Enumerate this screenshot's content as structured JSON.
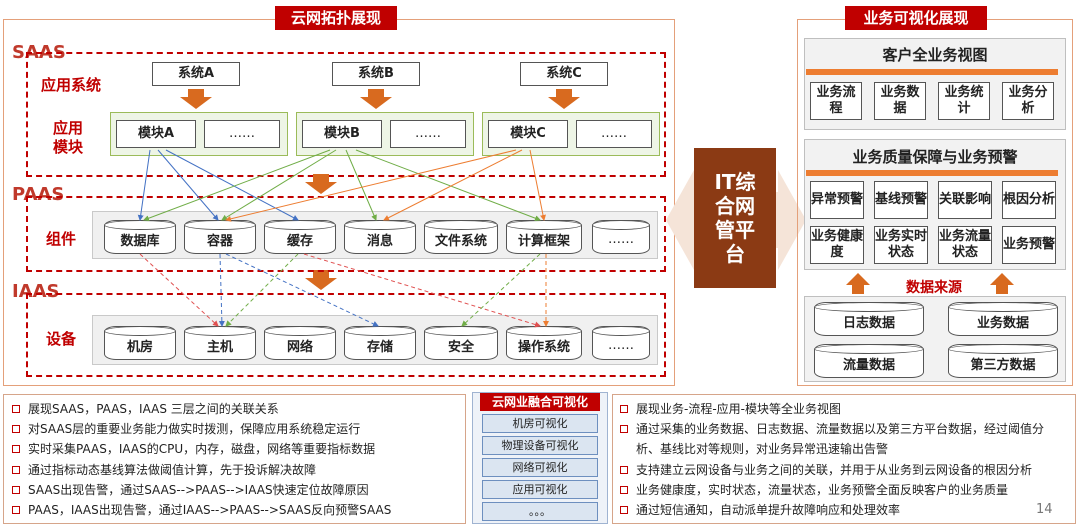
{
  "left_panel": {
    "title": "云网拓扑展现",
    "saas": {
      "label": "SAAS",
      "app_system_label": "应用系统",
      "module_label": "应用模块",
      "systems": [
        "系统A",
        "系统B",
        "系统C"
      ],
      "module_groups": [
        {
          "module": "模块A",
          "more": "……"
        },
        {
          "module": "模块B",
          "more": "……"
        },
        {
          "module": "模块C",
          "more": "……"
        }
      ]
    },
    "paas": {
      "label": "PAAS",
      "component_label": "组件",
      "components": [
        "数据库",
        "容器",
        "缓存",
        "消息",
        "文件系统",
        "计算框架",
        "……"
      ]
    },
    "iaas": {
      "label": "IAAS",
      "device_label": "设备",
      "devices": [
        "机房",
        "主机",
        "网络",
        "存储",
        "安全",
        "操作系统",
        "……"
      ]
    }
  },
  "center": {
    "it_platform": "IT综合网管平台"
  },
  "right_panel": {
    "title": "业务可视化展现",
    "overview": {
      "title": "客户全业务视图",
      "items": [
        "业务流程",
        "业务数据",
        "业务统计",
        "业务分析"
      ]
    },
    "quality": {
      "title": "业务质量保障与业务预警",
      "row1": [
        "异常预警",
        "基线预警",
        "关联影响",
        "根因分析"
      ],
      "row2": [
        "业务健康度",
        "业务实时状态",
        "业务流量状态",
        "业务预警"
      ]
    },
    "sources": {
      "label": "数据来源",
      "items": [
        "日志数据",
        "业务数据",
        "流量数据",
        "第三方数据"
      ]
    }
  },
  "bottom": {
    "left_bullets": [
      "展现SAAS，PAAS，IAAS 三层之间的关联关系",
      "对SAAS层的重要业务能力做实时拨测，保障应用系统稳定运行",
      "实时采集PAAS，IAAS的CPU，内存，磁盘，网络等重要指标数据",
      "通过指标动态基线算法做阈值计算，先于投诉解决故障",
      "SAAS出现告警，通过SAAS-->PAAS-->IAAS快速定位故障原因",
      "PAAS，IAAS出现告警，通过IAAS-->PAAS-->SAAS反向预警SAAS"
    ],
    "middle": {
      "title": "云网业融合可视化",
      "items": [
        "机房可视化",
        "物理设备可视化",
        "网络可视化",
        "应用可视化",
        "。。。"
      ]
    },
    "right_bullets": [
      {
        "lines": [
          "展现业务-流程-应用-模块等全业务视图"
        ]
      },
      {
        "lines": [
          "通过采集的业务数据、日志数据、流量数据以及第三方平台数据，经过阈值分",
          "析、基线比对等规则，对业务异常迅速输出告警"
        ]
      },
      {
        "lines": [
          "支持建立云网设备与业务之间的关联，并用于从业务到云网设备的根因分析"
        ]
      },
      {
        "lines": [
          "业务健康度，实时状态，流量状态，业务预警全面反映客户的业务质量"
        ]
      },
      {
        "lines": [
          "通过短信通知，自动派单提升故障响应和处理效率"
        ]
      }
    ],
    "page_number": "14"
  },
  "colors": {
    "accent_red": "#c00000",
    "orange": "#ed7d31",
    "it_brown": "#8b3a14",
    "arrow_blue": "#4472c4",
    "arrow_green": "#70ad47",
    "arrow_orange": "#ed7d31",
    "arrow_red": "#e05050"
  }
}
